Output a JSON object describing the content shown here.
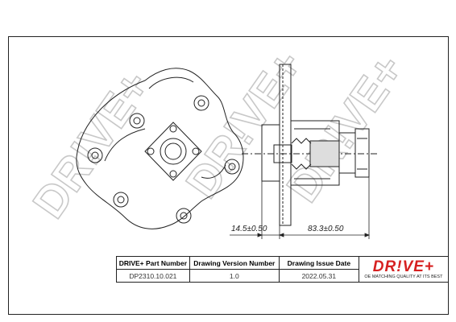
{
  "dimensions": {
    "left": "14.5±0.50",
    "right": "83.3±0.50"
  },
  "title_block": {
    "headers": [
      "DRIVE+ Part Number",
      "Drawing Version Number",
      "Drawing Issue Date"
    ],
    "values": [
      "DP2310.10.021",
      "1.0",
      "2022.05.31"
    ]
  },
  "logo": {
    "brand": "DR!VE+",
    "tagline": "OE MATCHING QUALITY AT ITS BEST",
    "color": "#d62020"
  },
  "watermark": "DR!VE+"
}
